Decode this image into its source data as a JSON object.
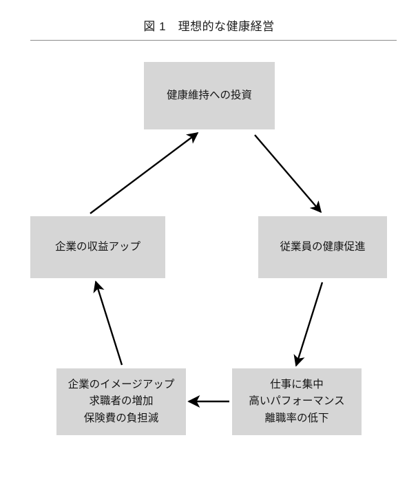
{
  "figure": {
    "title": "図 1　理想的な健康経営",
    "rule_color": "#8a8a8a",
    "box_fill": "#d6d6d6",
    "arrow_color": "#000000",
    "background": "#ffffff"
  },
  "nodes": [
    {
      "id": "investment",
      "label": "健康維持への投資",
      "position": "top-center"
    },
    {
      "id": "employee_health",
      "label": "従業員の健康促進",
      "position": "middle-right"
    },
    {
      "id": "performance",
      "label": "仕事に集中\n高いパフォーマンス\n離職率の低下",
      "position": "bottom-right"
    },
    {
      "id": "image_up",
      "label": "企業のイメージアップ\n求職者の増加\n保険費の負担減",
      "position": "bottom-left"
    },
    {
      "id": "profit",
      "label": "企業の収益アップ",
      "position": "middle-left"
    }
  ],
  "edges": [
    {
      "id": "investment-to-employee-health",
      "from": "investment",
      "to": "employee_health",
      "direction": "down-right"
    },
    {
      "id": "employee-health-to-performance",
      "from": "employee_health",
      "to": "performance",
      "direction": "down-left"
    },
    {
      "id": "performance-to-image-up",
      "from": "performance",
      "to": "image_up",
      "direction": "left"
    },
    {
      "id": "image-up-to-profit",
      "from": "image_up",
      "to": "profit",
      "direction": "up-left"
    },
    {
      "id": "profit-to-investment",
      "from": "profit",
      "to": "investment",
      "direction": "up-right"
    }
  ]
}
